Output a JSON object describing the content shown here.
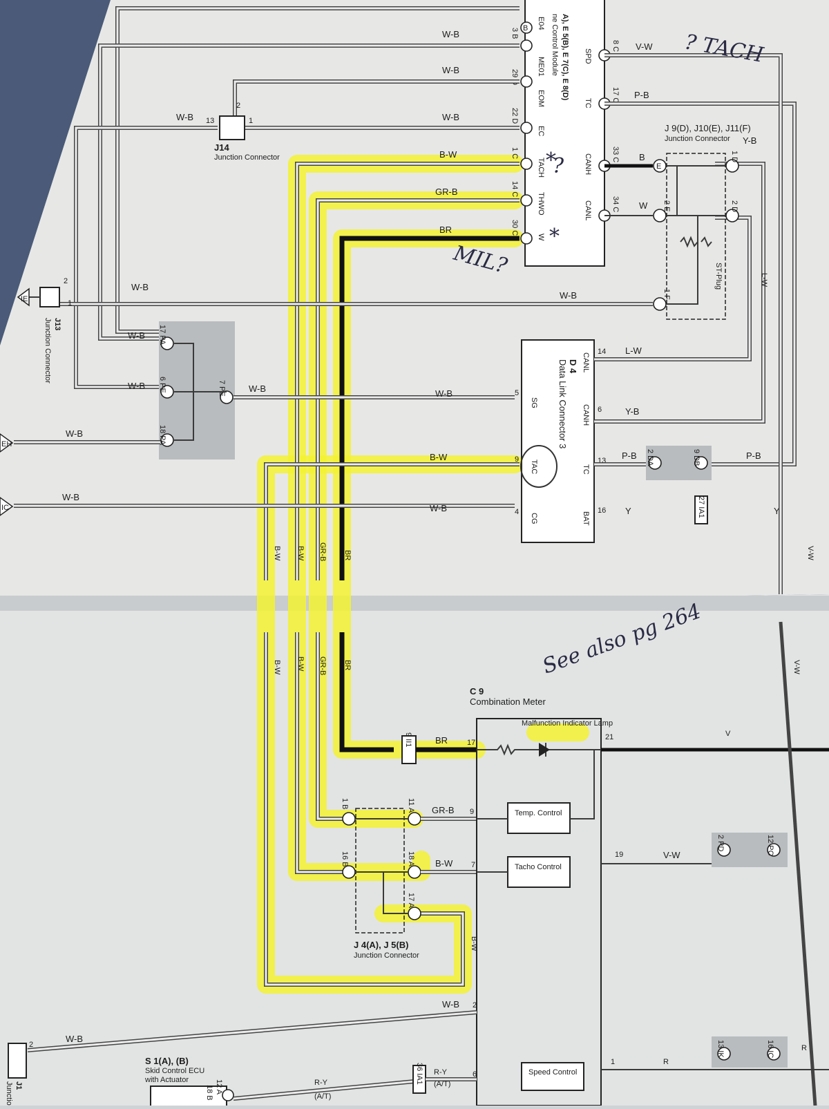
{
  "annotations": {
    "tach_question": "? TACH",
    "mil_question": "MIL?",
    "q_mark": "?",
    "see_also": "See also pg 264"
  },
  "ecm": {
    "title": "A), E 5(B), E 7(C), E 8(D)",
    "subtitle": "ne Control Module",
    "pins": [
      "E04",
      "ME01",
      "EOM",
      "EC",
      "TACH",
      "THWO",
      "W"
    ],
    "pin_nums": [
      "B",
      "3 B",
      "29 D",
      "22 D",
      "1 C",
      "14 C",
      "30 C"
    ],
    "right_pins": [
      "SPD",
      "TC",
      "CANH",
      "CANL"
    ],
    "right_nums": [
      "8 C",
      "17 C",
      "33 C",
      "34 C"
    ]
  },
  "wires": {
    "wb": "W-B",
    "bw": "B-W",
    "grb": "GR-B",
    "br": "BR",
    "vw": "V-W",
    "pb": "P-B",
    "b": "B",
    "w": "W",
    "yb": "Y-B",
    "lw": "L-W",
    "y": "Y",
    "v": "V",
    "r": "R",
    "ry": "R-Y",
    "at": "(A/T)"
  },
  "j9": {
    "title": "J 9(D), J10(E), J11(F)",
    "subtitle": "Junction Connector",
    "plug": "ST-Plug",
    "pins": [
      "1 D",
      "2 D",
      "E",
      "2 E",
      "1 F"
    ]
  },
  "j14": {
    "title": "J14",
    "subtitle": "Junction Connector",
    "n1": "13",
    "n2": "2",
    "n3": "1"
  },
  "j13": {
    "title": "J13",
    "subtitle": "Junction Connector",
    "n": "2",
    "n2": "1"
  },
  "dlc": {
    "title": "D 4",
    "subtitle": "Data Link Connector 3",
    "pins": [
      "CANL",
      "CANH",
      "TC",
      "BAT",
      "SG",
      "TAC",
      "CG"
    ],
    "nums": [
      "14",
      "6",
      "13",
      "16",
      "5",
      "9",
      "4"
    ]
  },
  "ground_pins": [
    "17 PA",
    "6 PE",
    "18 PA",
    "7 PE"
  ],
  "grounds": [
    "IE",
    "EH",
    "IC"
  ],
  "connectors": {
    "da": "2 DA",
    "db": "9 DB",
    "ia1": "27 IA1",
    "ii1": "9 II1",
    "ia1b": "36 IA1",
    "pd": "2 PD",
    "pc": "12 PC",
    "ik": "13 IK",
    "ic": "16 IC"
  },
  "meter": {
    "title": "C 9",
    "subtitle": "Combination Meter",
    "mil": "Malfunction Indicator Lamp",
    "temp": "Temp. Control",
    "tacho": "Tacho Control",
    "speed": "Speed Control",
    "pins": [
      "17",
      "9",
      "7",
      "2",
      "6",
      "21",
      "19",
      "1"
    ]
  },
  "j4": {
    "title": "J 4(A), J 5(B)",
    "subtitle": "Junction Connector",
    "pins": [
      "1 B",
      "16 B",
      "11 A",
      "18 A",
      "17 A"
    ]
  },
  "skid": {
    "title": "S 1(A), (B)",
    "subtitle": "Skid Control ECU",
    "sub2": "with Actuator",
    "pins": [
      "12 A",
      "18 B"
    ]
  },
  "j1": {
    "title": "J1",
    "subtitle": "Junction Connector",
    "n": "2"
  }
}
